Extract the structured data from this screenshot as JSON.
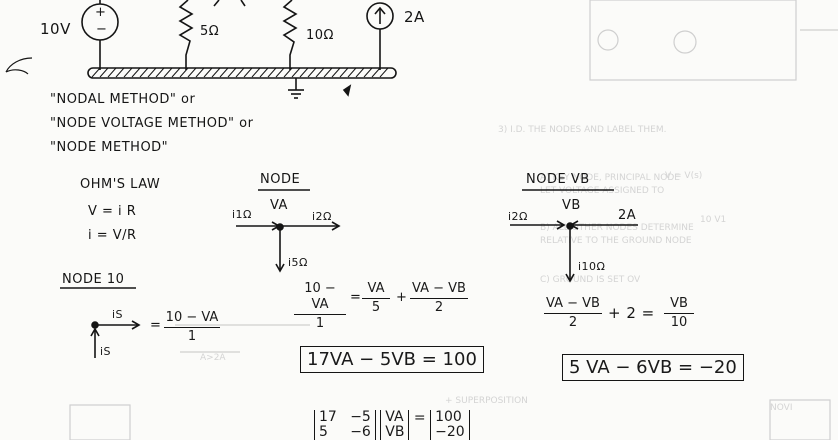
{
  "circuit": {
    "source_voltage": "10V",
    "r5": "5Ω",
    "r10": "10Ω",
    "current_source": "2A",
    "plus": "+",
    "minus": "−"
  },
  "method_names": [
    "\"NODAL METHOD\" or",
    "\"NODE VOLTAGE METHOD\" or",
    "\"NODE METHOD\""
  ],
  "ohms_law": {
    "title": "OHM'S LAW",
    "eq1": "V = i R",
    "eq2": "i = V/R"
  },
  "node10": {
    "title": "NODE 10",
    "is_label": "iS",
    "eq_num": "10 − VA",
    "eq_den": "1",
    "is_side": "iS",
    "equals": "="
  },
  "node_a": {
    "title": "NODE",
    "node_label": "VA",
    "i_in": "i1Ω",
    "i_out": "i2Ω",
    "i_down": "i5Ω",
    "eq1_num": "10 − VA",
    "eq1_den": "1",
    "eq2_num": "VA",
    "eq2_den": "5",
    "eq3_num": "VA − VB",
    "eq3_den": "2",
    "boxed": "17VA − 5VB = 100"
  },
  "node_b": {
    "title": "NODE VB",
    "node_label": "VB",
    "i_in": "i2Ω",
    "i_out": "2A",
    "i_down": "i10Ω",
    "eq1_num": "VA − VB",
    "eq1_den": "2",
    "plus_two": "+ 2 =",
    "eq2_num": "VB",
    "eq2_den": "10",
    "boxed": "5 VA − 6VB = −20"
  },
  "matrix": {
    "row1": [
      "17",
      "−5",
      "VA",
      "100"
    ],
    "row2": [
      "5",
      "−6",
      "VB",
      "−20"
    ],
    "equals": "="
  }
}
